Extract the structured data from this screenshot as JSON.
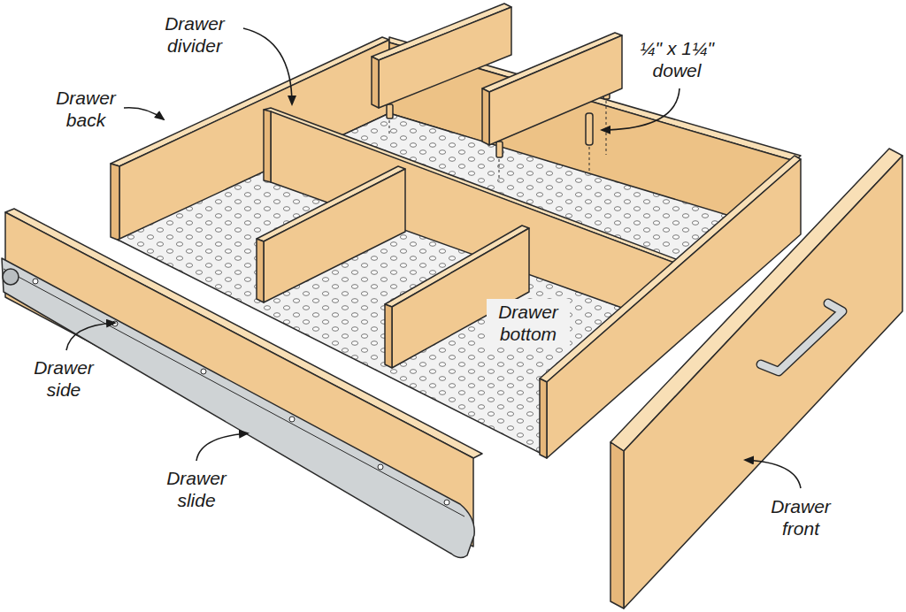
{
  "diagram": {
    "labels": [
      "Drawer divider",
      "Drawer back",
      "¼\" x 1¼\" dowel",
      "Drawer side",
      "Drawer slide",
      "Drawer bottom",
      "Drawer front"
    ]
  }
}
